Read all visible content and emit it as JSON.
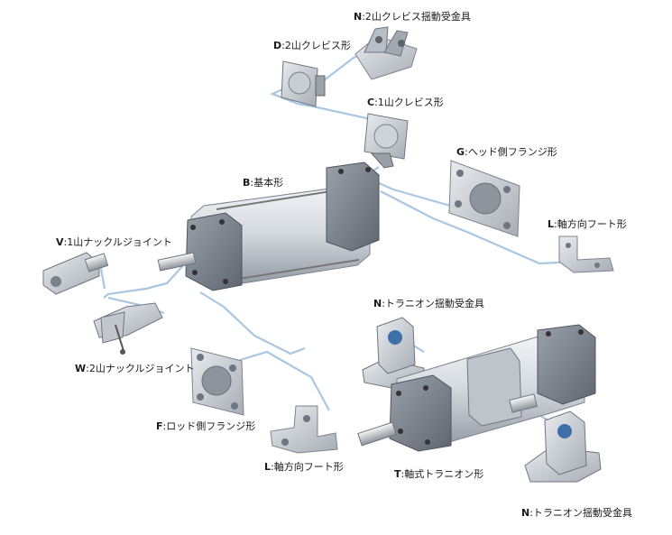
{
  "labels": {
    "n_top": {
      "code": "N",
      "text": ":2山クレビス揺動受金具"
    },
    "d": {
      "code": "D",
      "text": ":2山クレビス形"
    },
    "c": {
      "code": "C",
      "text": ":1山クレビス形"
    },
    "g": {
      "code": "G",
      "text": ":ヘッド側フランジ形"
    },
    "b": {
      "code": "B",
      "text": ":基本形"
    },
    "l_top": {
      "code": "L",
      "text": ":軸方向フート形"
    },
    "v": {
      "code": "V",
      "text": ":1山ナックルジョイント"
    },
    "w": {
      "code": "W",
      "text": ":2山ナックルジョイント"
    },
    "n_mid": {
      "code": "N",
      "text": ":トラニオン揺動受金具"
    },
    "f": {
      "code": "F",
      "text": ":ロッド側フランジ形"
    },
    "l_bottom": {
      "code": "L",
      "text": ":軸方向フート形"
    },
    "t": {
      "code": "T",
      "text": ":軸式トラニオン形"
    },
    "n_bottom": {
      "code": "N",
      "text": ":トラニオン揺動受金具"
    }
  },
  "colors": {
    "line": "#a9c6e2",
    "metal_light": "#d9dde2",
    "metal_mid": "#a3a9b1",
    "metal_dark": "#6f7680",
    "label_text": "#1a1a1a"
  }
}
